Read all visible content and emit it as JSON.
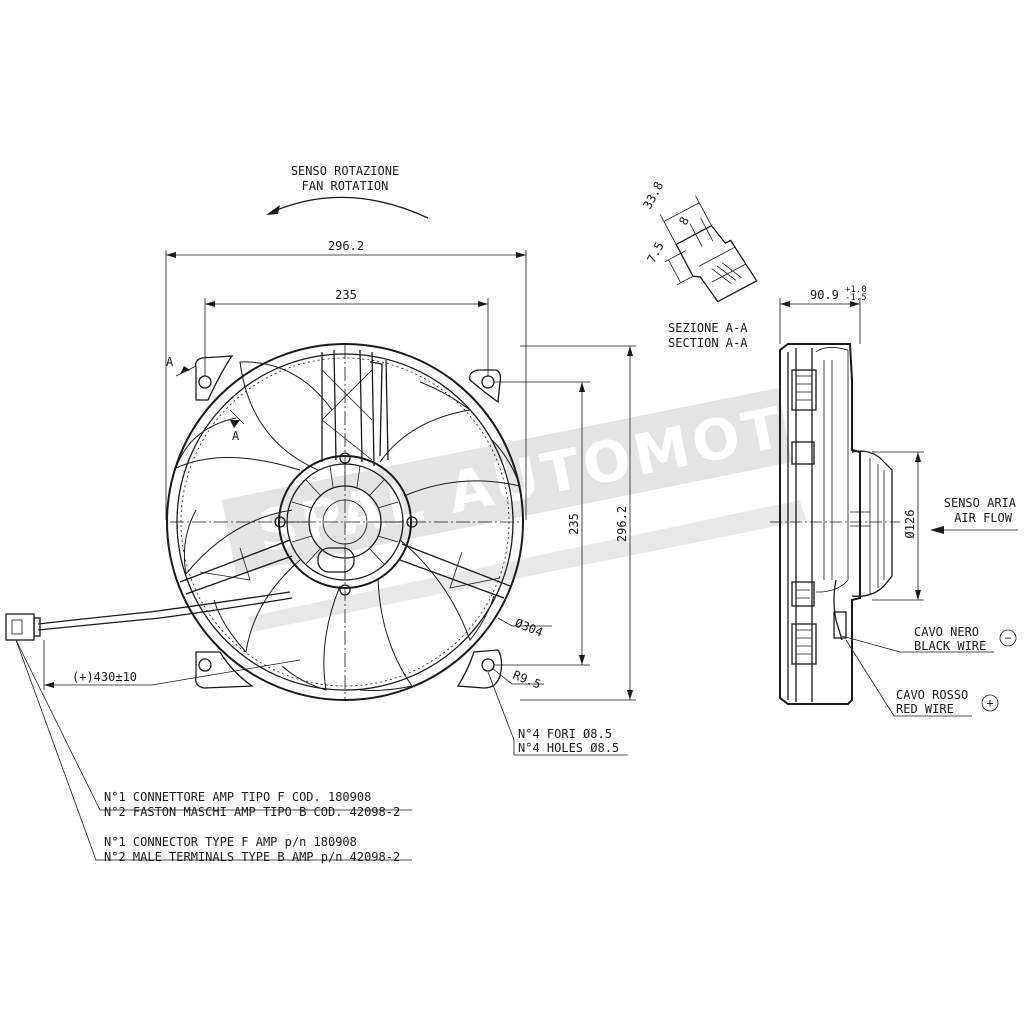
{
  "rotation": {
    "label_it": "SENSO ROTAZIONE",
    "label_en": "FAN ROTATION"
  },
  "dimensions": {
    "overall_width": "296.2",
    "hole_spacing_h": "235",
    "hole_spacing_v": "235",
    "overall_height": "296.2",
    "blade_diameter": "Ø304",
    "corner_radius": "R9.5",
    "cable_length": "(+)430±10",
    "depth": "90.9",
    "depth_tol_up": "+1.0",
    "depth_tol_dn": "-1.5",
    "motor_diameter": "Ø126"
  },
  "section": {
    "marker": "A",
    "title_it": "SEZIONE A-A",
    "title_en": "SECTION A-A",
    "dim_33_8": "33.8",
    "dim_8": "8",
    "dim_7_5": "7.5"
  },
  "holes": {
    "it": "N°4 FORI Ø8.5",
    "en": "N°4 HOLES Ø8.5"
  },
  "airflow": {
    "it": "SENSO ARIA",
    "en": "AIR FLOW"
  },
  "wires": {
    "black_it": "CAVO NERO",
    "black_en": "BLACK WIRE",
    "black_sign": "−",
    "red_it": "CAVO ROSSO",
    "red_en": "RED WIRE",
    "red_sign": "+"
  },
  "connector_notes": {
    "line1": "N°1 CONNETTORE AMP TIPO F COD. 180908",
    "line2": "N°2 FASTON MASCHI AMP TIPO B COD. 42098-2",
    "line3": "N°1 CONNECTOR TYPE F AMP p/n 180908",
    "line4": "N°2 MALE TERMINALS TYPE B AMP p/n 42098-2"
  },
  "watermark": "SPAL AUTOMOTIVE",
  "colors": {
    "line": "#1a1a1a",
    "watermark": "#d4d4d4",
    "background": "#ffffff"
  }
}
